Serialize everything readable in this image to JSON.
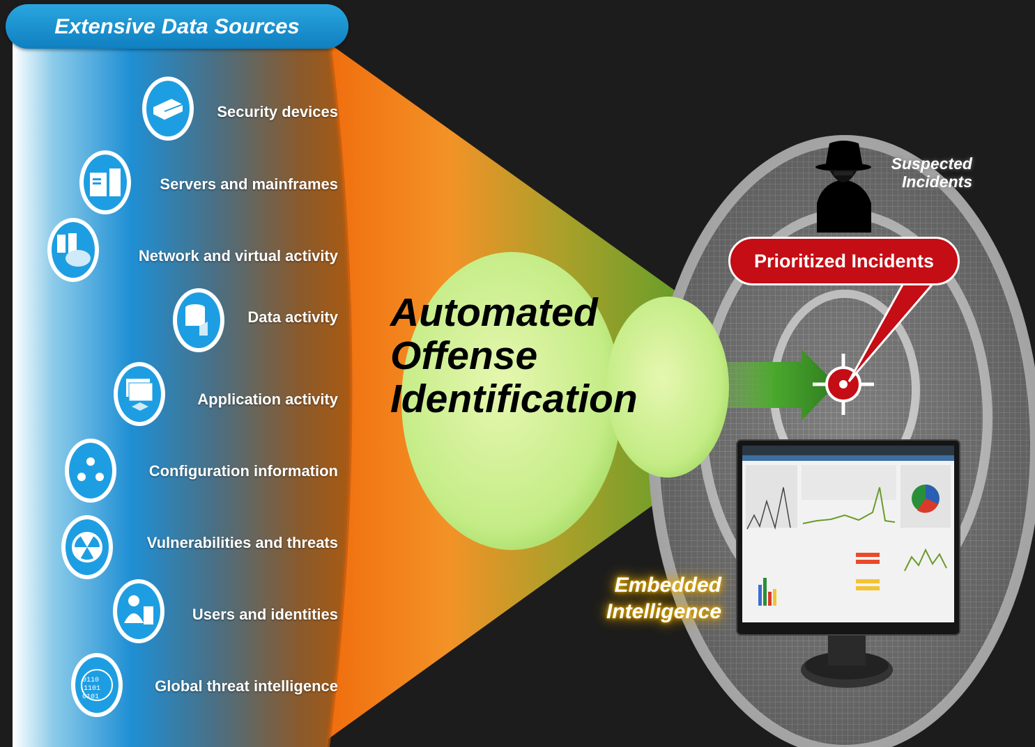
{
  "header": {
    "title": "Extensive Data Sources"
  },
  "sources": [
    {
      "label": "Security devices",
      "icon": "security-device-icon"
    },
    {
      "label": "Servers and mainframes",
      "icon": "server-icon"
    },
    {
      "label": "Network and virtual activity",
      "icon": "network-icon"
    },
    {
      "label": "Data activity",
      "icon": "database-icon"
    },
    {
      "label": "Application activity",
      "icon": "application-icon"
    },
    {
      "label": "Configuration information",
      "icon": "configuration-icon"
    },
    {
      "label": "Vulnerabilities and threats",
      "icon": "vulnerability-icon"
    },
    {
      "label": "Users and identities",
      "icon": "user-identity-icon"
    },
    {
      "label": "Global threat intelligence",
      "icon": "globe-binary-icon"
    }
  ],
  "center": {
    "line1": "Automated",
    "line2": "Offense",
    "line3": "Identification"
  },
  "target": {
    "suspected_line1": "Suspected",
    "suspected_line2": "Incidents",
    "prioritized": "Prioritized Incidents"
  },
  "embedded": {
    "line1": "Embedded",
    "line2": "Intelligence"
  },
  "colors": {
    "banner": "#1a93d3",
    "funnel_orange": "#f07a10",
    "funnel_green": "#9bbf3a",
    "bubble": "#c8ee8a",
    "alert_red": "#c40d15",
    "glow": "#f0b000"
  }
}
